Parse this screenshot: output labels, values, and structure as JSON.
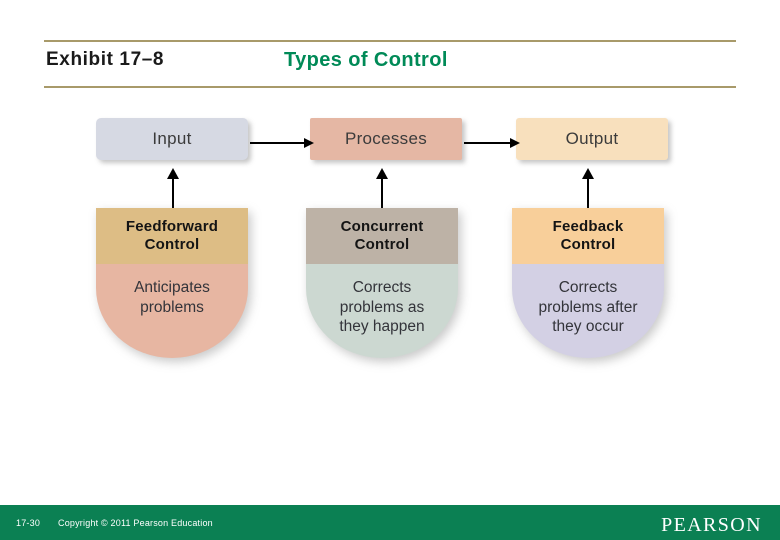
{
  "header": {
    "exhibit_label": "Exhibit 17–8",
    "title": "Types of Control",
    "title_color": "#008a57",
    "rule_color": "#a89a6a"
  },
  "diagram": {
    "type": "process-flow",
    "flow_row": [
      {
        "label": "Input",
        "color": "#d6d9e3"
      },
      {
        "label": "Processes",
        "color": "#e5b7a4"
      },
      {
        "label": "Output",
        "color": "#f8e0bd"
      }
    ],
    "arrows": [
      {
        "from": "Input",
        "to": "Processes",
        "direction": "right"
      },
      {
        "from": "Processes",
        "to": "Output",
        "direction": "right"
      },
      {
        "from": "Feedforward Control",
        "to": "Input",
        "direction": "up"
      },
      {
        "from": "Concurrent Control",
        "to": "Processes",
        "direction": "up"
      },
      {
        "from": "Feedback Control",
        "to": "Output",
        "direction": "up"
      }
    ],
    "controls": [
      {
        "name_line1": "Feedforward",
        "name_line2": "Control",
        "description": "Anticipates problems",
        "desc_line1": "Anticipates",
        "desc_line2": "problems",
        "desc_line3": "",
        "label_color": "#ddbd85",
        "body_color": "#e7b6a2"
      },
      {
        "name_line1": "Concurrent",
        "name_line2": "Control",
        "description": "Corrects problems as they happen",
        "desc_line1": "Corrects",
        "desc_line2": "problems as",
        "desc_line3": "they happen",
        "label_color": "#bdb2a6",
        "body_color": "#ccd8d1"
      },
      {
        "name_line1": "Feedback",
        "name_line2": "Control",
        "description": "Corrects problems after they occur",
        "desc_line1": "Corrects",
        "desc_line2": "problems after",
        "desc_line3": "they occur",
        "label_color": "#f8cf9a",
        "body_color": "#d3d0e4"
      }
    ]
  },
  "footer": {
    "page_number": "17-30",
    "copyright": "Copyright © 2011 Pearson Education",
    "logo": "PEARSON",
    "bar_color": "#0b8053"
  }
}
